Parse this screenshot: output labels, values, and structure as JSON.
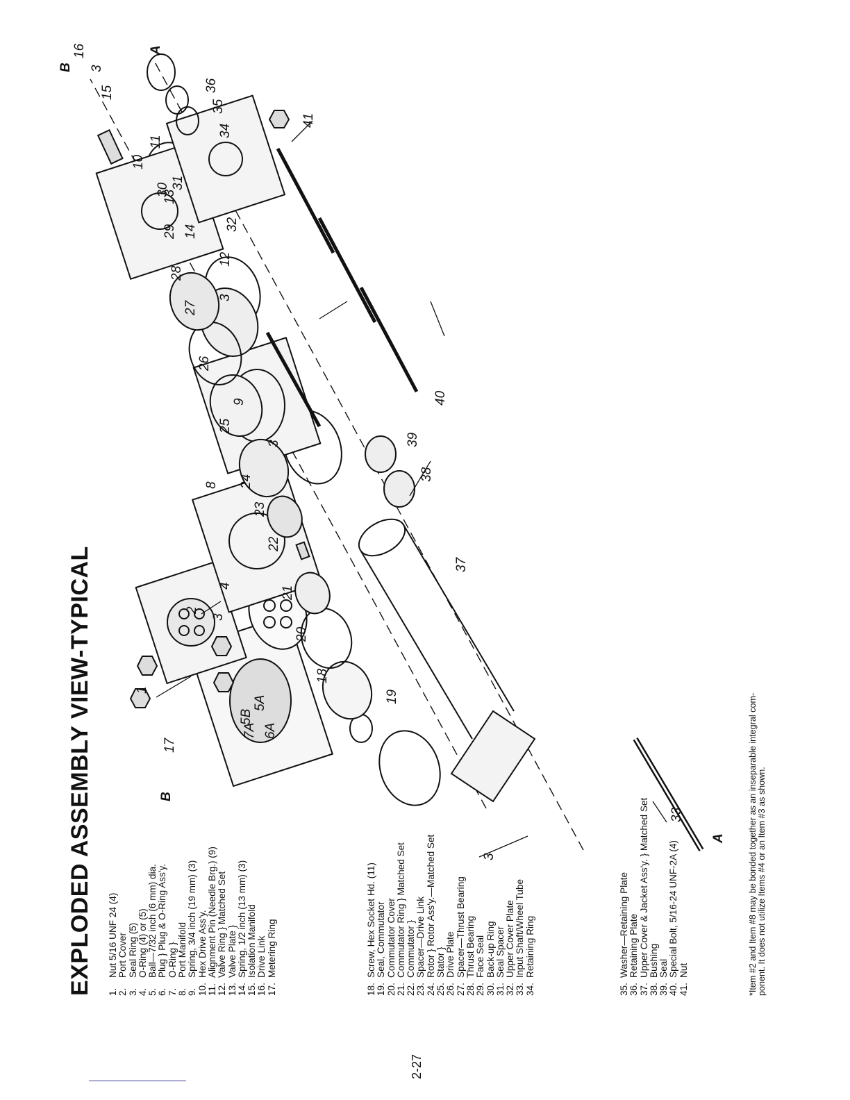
{
  "title": "EXPLODED ASSEMBLY VIEW-TYPICAL",
  "page_number": "2-27",
  "parts_group_1": [
    {
      "num": "1.",
      "text": "Nut 5/16 UNF 24 (4)"
    },
    {
      "num": "2.",
      "text": "Port Cover"
    },
    {
      "num": "3.",
      "text": "Seal Ring (5)"
    },
    {
      "num": "4.",
      "text": "O-Ring (4) or (5)"
    },
    {
      "num": "5.",
      "text": "Ball—7/32 inch (6 mm) dia."
    },
    {
      "num": "6.",
      "text": "Plug }  Plug & O-Ring Ass'y."
    },
    {
      "num": "7.",
      "text": "O-Ring }"
    },
    {
      "num": "8.",
      "text": "Port Manifold"
    },
    {
      "num": "9.",
      "text": "Spring, 3/4 inch (19 mm) (3)"
    },
    {
      "num": "10.",
      "text": "Hex Drive Ass'y."
    },
    {
      "num": "11.",
      "text": "Alignment Pin (Needle Brg.) (9)"
    },
    {
      "num": "12.",
      "text": "Valve Ring }  Matched Set"
    },
    {
      "num": "13.",
      "text": "Valve Plate }"
    },
    {
      "num": "14.",
      "text": "Spring, 1/2 inch (13 mm) (3)"
    },
    {
      "num": "15.",
      "text": "Isolation Manifold"
    },
    {
      "num": "16.",
      "text": "Drive Link"
    },
    {
      "num": "17.",
      "text": "Metering Ring"
    }
  ],
  "parts_group_2": [
    {
      "num": "18.",
      "text": "Screw, Hex Socket Hd. (11)"
    },
    {
      "num": "19.",
      "text": "Seal, Commutator"
    },
    {
      "num": "20.",
      "text": "Commutator Cover"
    },
    {
      "num": "21.",
      "text": "Commutator Ring }  Matched Set"
    },
    {
      "num": "22.",
      "text": "Commutator }"
    },
    {
      "num": "23.",
      "text": "Spacer—Drive Link"
    },
    {
      "num": "24.",
      "text": "Rotor }  Rotor Ass'y.—Matched Set"
    },
    {
      "num": "25.",
      "text": "Stator }"
    },
    {
      "num": "26.",
      "text": "Drive Plate"
    },
    {
      "num": "27.",
      "text": "Spacer—Thrust Bearing"
    },
    {
      "num": "28.",
      "text": "Thrust Bearing"
    },
    {
      "num": "29.",
      "text": "Face Seal"
    },
    {
      "num": "30.",
      "text": "Back-up Ring"
    },
    {
      "num": "31.",
      "text": "Seal Spacer"
    },
    {
      "num": "32.",
      "text": "Upper Cover Plate"
    },
    {
      "num": "33.",
      "text": "Input Shaft/Wheel Tube"
    },
    {
      "num": "34.",
      "text": "Retaining Ring"
    }
  ],
  "parts_group_3": [
    {
      "num": "35.",
      "text": "Washer—Retaining Plate"
    },
    {
      "num": "36.",
      "text": "Retaining Plate"
    },
    {
      "num": "37.",
      "text": "Upper Cover & Jacket Ass'y. }  Matched Set"
    },
    {
      "num": "38.",
      "text": "Bushing"
    },
    {
      "num": "39.",
      "text": "Seal"
    },
    {
      "num": "40.",
      "text": "Special Bolt, 5/16-24 UNF-2A (4)"
    },
    {
      "num": "41.",
      "text": "Nut"
    }
  ],
  "footnote": {
    "line1": "*Item #2 and Item #8 may be bonded together as an inseparable integral com-",
    "line2": "ponent. It does not utilize Items #4 or an Item #3 as shown."
  },
  "callouts": {
    "c1": "1",
    "c2": "2",
    "c3": "3",
    "c4": "4",
    "c5a": "5A",
    "c5b": "5B",
    "c6a": "6A",
    "c7a": "7A",
    "c8": "8",
    "c9": "9",
    "c10": "10",
    "c11": "11",
    "c12": "12",
    "c13": "13",
    "c14": "14",
    "c15": "15",
    "c16": "16",
    "c17": "17",
    "c18": "18",
    "c19": "19",
    "c20": "20",
    "c21": "21",
    "c22": "22",
    "c23": "23",
    "c24": "24",
    "c25": "25",
    "c26": "26",
    "c27": "27",
    "c28": "28",
    "c29": "29",
    "c30": "30",
    "c31": "31",
    "c32": "32",
    "c33": "33",
    "c34": "34",
    "c35": "35",
    "c36": "36",
    "c37": "37",
    "c38": "38",
    "c39": "39",
    "c40": "40",
    "c41": "41",
    "cA": "A",
    "cB": "B"
  }
}
